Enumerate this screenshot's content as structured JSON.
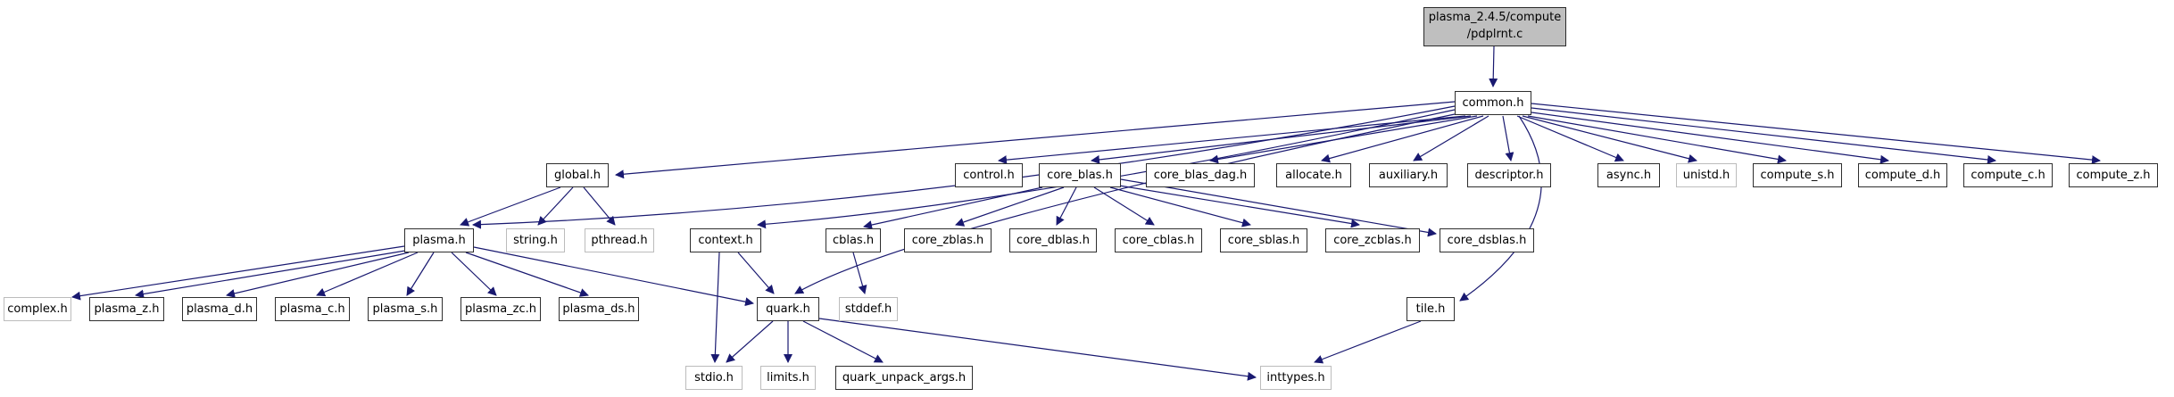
{
  "title": {
    "line1": "plasma_2.4.5/compute",
    "line2": "/pdplrnt.c"
  },
  "colors": {
    "edge": "#191970",
    "node_border": "#2e2e2e",
    "system_node_border": "#bcbcbc",
    "title_fill": "#bfbfbf",
    "node_fill": "#ffffff"
  },
  "nodes": [
    {
      "label": "common.h",
      "kind": "project"
    },
    {
      "label": "global.h",
      "kind": "project"
    },
    {
      "label": "control.h",
      "kind": "project"
    },
    {
      "label": "core_blas.h",
      "kind": "project"
    },
    {
      "label": "core_blas_dag.h",
      "kind": "project"
    },
    {
      "label": "allocate.h",
      "kind": "project"
    },
    {
      "label": "auxiliary.h",
      "kind": "project"
    },
    {
      "label": "descriptor.h",
      "kind": "project"
    },
    {
      "label": "async.h",
      "kind": "project"
    },
    {
      "label": "unistd.h",
      "kind": "system"
    },
    {
      "label": "compute_s.h",
      "kind": "project"
    },
    {
      "label": "compute_d.h",
      "kind": "project"
    },
    {
      "label": "compute_c.h",
      "kind": "project"
    },
    {
      "label": "compute_z.h",
      "kind": "project"
    },
    {
      "label": "plasma.h",
      "kind": "project"
    },
    {
      "label": "string.h",
      "kind": "system"
    },
    {
      "label": "pthread.h",
      "kind": "system"
    },
    {
      "label": "context.h",
      "kind": "project"
    },
    {
      "label": "cblas.h",
      "kind": "project"
    },
    {
      "label": "core_zblas.h",
      "kind": "project"
    },
    {
      "label": "core_dblas.h",
      "kind": "project"
    },
    {
      "label": "core_cblas.h",
      "kind": "project"
    },
    {
      "label": "core_sblas.h",
      "kind": "project"
    },
    {
      "label": "core_zcblas.h",
      "kind": "project"
    },
    {
      "label": "core_dsblas.h",
      "kind": "project"
    },
    {
      "label": "complex.h",
      "kind": "system"
    },
    {
      "label": "plasma_z.h",
      "kind": "project"
    },
    {
      "label": "plasma_d.h",
      "kind": "project"
    },
    {
      "label": "plasma_c.h",
      "kind": "project"
    },
    {
      "label": "plasma_s.h",
      "kind": "project"
    },
    {
      "label": "plasma_zc.h",
      "kind": "project"
    },
    {
      "label": "plasma_ds.h",
      "kind": "project"
    },
    {
      "label": "quark.h",
      "kind": "project"
    },
    {
      "label": "stddef.h",
      "kind": "system"
    },
    {
      "label": "tile.h",
      "kind": "project"
    },
    {
      "label": "stdio.h",
      "kind": "system"
    },
    {
      "label": "limits.h",
      "kind": "system"
    },
    {
      "label": "quark_unpack_args.h",
      "kind": "project"
    },
    {
      "label": "inttypes.h",
      "kind": "system"
    }
  ],
  "edges": [
    {
      "from": "pdplrnt.c",
      "to": "common.h"
    },
    {
      "from": "common.h",
      "to": "global.h"
    },
    {
      "from": "common.h",
      "to": "plasma.h"
    },
    {
      "from": "common.h",
      "to": "context.h"
    },
    {
      "from": "common.h",
      "to": "quark.h"
    },
    {
      "from": "common.h",
      "to": "control.h"
    },
    {
      "from": "common.h",
      "to": "core_blas.h"
    },
    {
      "from": "common.h",
      "to": "core_blas_dag.h"
    },
    {
      "from": "common.h",
      "to": "allocate.h"
    },
    {
      "from": "common.h",
      "to": "auxiliary.h"
    },
    {
      "from": "common.h",
      "to": "descriptor.h"
    },
    {
      "from": "common.h",
      "to": "tile.h"
    },
    {
      "from": "common.h",
      "to": "async.h"
    },
    {
      "from": "common.h",
      "to": "unistd.h"
    },
    {
      "from": "common.h",
      "to": "compute_s.h"
    },
    {
      "from": "common.h",
      "to": "compute_d.h"
    },
    {
      "from": "common.h",
      "to": "compute_c.h"
    },
    {
      "from": "common.h",
      "to": "compute_z.h"
    },
    {
      "from": "global.h",
      "to": "plasma.h"
    },
    {
      "from": "global.h",
      "to": "string.h"
    },
    {
      "from": "global.h",
      "to": "pthread.h"
    },
    {
      "from": "plasma.h",
      "to": "complex.h"
    },
    {
      "from": "plasma.h",
      "to": "plasma_z.h"
    },
    {
      "from": "plasma.h",
      "to": "plasma_d.h"
    },
    {
      "from": "plasma.h",
      "to": "plasma_c.h"
    },
    {
      "from": "plasma.h",
      "to": "plasma_s.h"
    },
    {
      "from": "plasma.h",
      "to": "plasma_zc.h"
    },
    {
      "from": "plasma.h",
      "to": "plasma_ds.h"
    },
    {
      "from": "plasma.h",
      "to": "quark.h"
    },
    {
      "from": "context.h",
      "to": "stdio.h"
    },
    {
      "from": "context.h",
      "to": "quark.h"
    },
    {
      "from": "core_blas.h",
      "to": "cblas.h"
    },
    {
      "from": "core_blas.h",
      "to": "core_zblas.h"
    },
    {
      "from": "core_blas.h",
      "to": "core_dblas.h"
    },
    {
      "from": "core_blas.h",
      "to": "core_cblas.h"
    },
    {
      "from": "core_blas.h",
      "to": "core_sblas.h"
    },
    {
      "from": "core_blas.h",
      "to": "core_zcblas.h"
    },
    {
      "from": "core_blas.h",
      "to": "core_dsblas.h"
    },
    {
      "from": "cblas.h",
      "to": "stddef.h"
    },
    {
      "from": "quark.h",
      "to": "stdio.h"
    },
    {
      "from": "quark.h",
      "to": "limits.h"
    },
    {
      "from": "quark.h",
      "to": "quark_unpack_args.h"
    },
    {
      "from": "quark.h",
      "to": "inttypes.h"
    },
    {
      "from": "tile.h",
      "to": "inttypes.h"
    }
  ]
}
